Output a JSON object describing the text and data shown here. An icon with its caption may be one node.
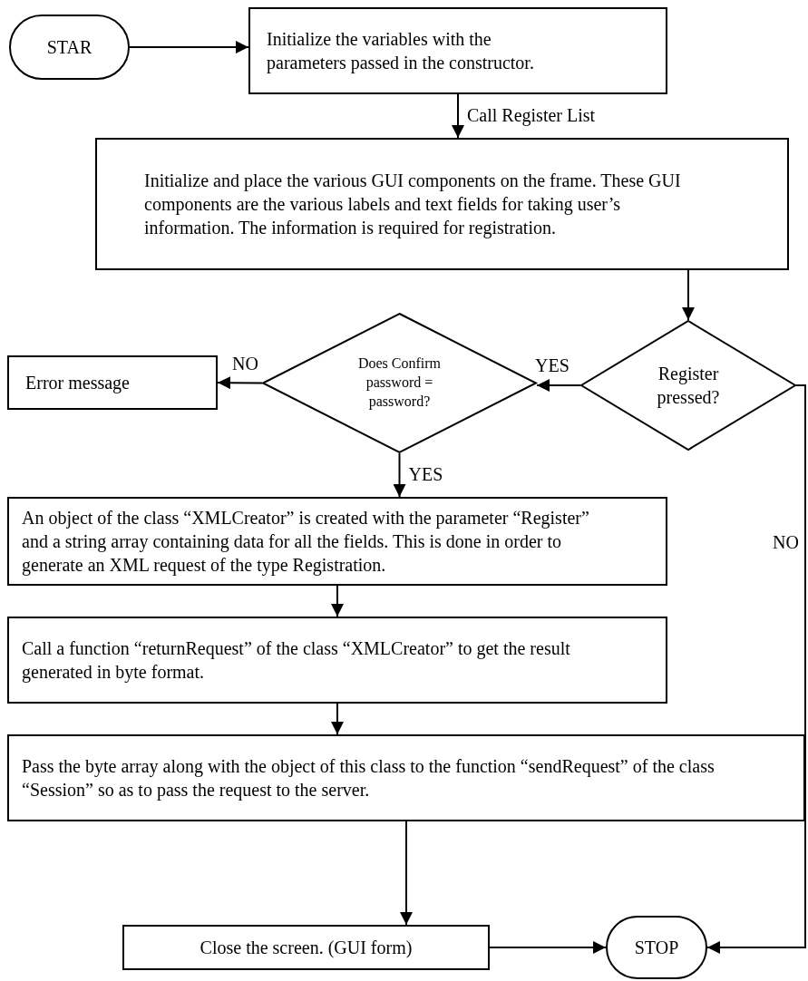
{
  "diagram": {
    "nodes": [
      {
        "text": [
          "STAR"
        ]
      },
      {
        "text": [
          "Initialize the variables with the parameters passed in the constructor."
        ]
      },
      {
        "text": [
          "Initialize and place the various GUI components on the frame. These GUI components are the various labels and text fields for taking user’s information. The information is required for registration."
        ]
      },
      {
        "text": [
          "Register pressed?"
        ]
      },
      {
        "text": [
          "Does Confirm password = password?"
        ]
      },
      {
        "text": [
          "Error message"
        ]
      },
      {
        "text": [
          "An object of the class “XMLCreator” is created with the parameter “Register” and a string array containing data for all the fields. This is done in order to generate an XML request of the type Registration."
        ]
      },
      {
        "text": [
          "Call a function “returnRequest” of the class “XMLCreator” to get the result generated in byte format."
        ]
      },
      {
        "text": [
          "Pass the byte array along with the object of this class to the function “sendRequest” of the class “Session” so as to pass the request to the server."
        ]
      },
      {
        "text": [
          "Close the screen.  (GUI form)"
        ]
      },
      {
        "text": [
          "STOP"
        ]
      }
    ],
    "edges": [
      {
        "from": 0,
        "to": 1,
        "arrow": "to"
      },
      {
        "from": 1,
        "to": 2,
        "arrow": "to",
        "label": "Call Register List"
      },
      {
        "from": 2,
        "to": 3,
        "arrow": "to"
      },
      {
        "from": 3,
        "to": 4,
        "arrow": "to",
        "label": "YES"
      },
      {
        "from": 4,
        "to": 5,
        "arrow": "to",
        "label": "NO"
      },
      {
        "from": 4,
        "to": 6,
        "arrow": "to",
        "label": "YES"
      },
      {
        "from": 6,
        "to": 7,
        "arrow": "to"
      },
      {
        "from": 7,
        "to": 8,
        "arrow": "to"
      },
      {
        "from": 8,
        "to": 9,
        "arrow": "to"
      },
      {
        "from": 9,
        "to": 10,
        "arrow": "to"
      },
      {
        "from": 3,
        "to": 10,
        "arrow": "to",
        "label": "NO"
      }
    ]
  }
}
